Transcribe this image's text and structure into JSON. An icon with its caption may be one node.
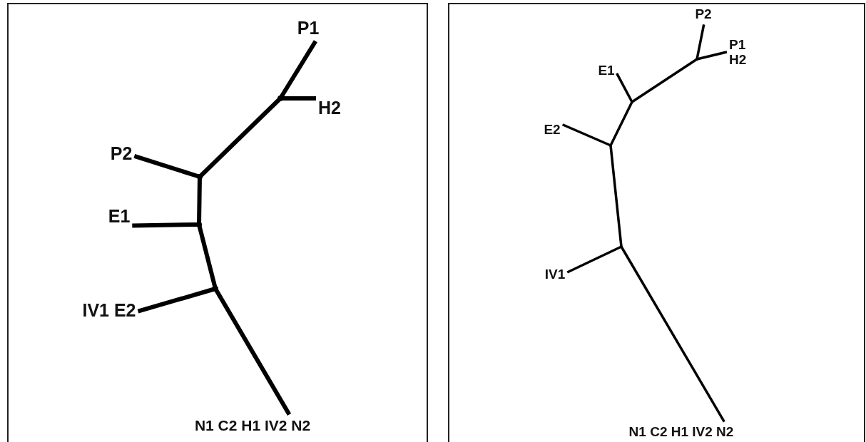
{
  "diagram": {
    "nodes": [
      {
        "text": [],
        "shape": "box"
      },
      {
        "text": [
          "P1"
        ],
        "in": 0
      },
      {
        "text": [
          "H2"
        ],
        "in": 0
      },
      {
        "text": [
          "P2"
        ],
        "in": 0
      },
      {
        "text": [
          "E1"
        ],
        "in": 0
      },
      {
        "text": [
          "IV1 E2"
        ],
        "in": 0
      },
      {
        "text": [
          "N1 C2 H1 IV2 N2"
        ],
        "in": 0
      },
      {
        "text": [],
        "shape": "point",
        "in": 0
      },
      {
        "text": [],
        "shape": "point",
        "in": 0
      },
      {
        "text": [],
        "shape": "point",
        "in": 0
      },
      {
        "text": [],
        "shape": "point",
        "in": 0
      },
      {
        "text": [],
        "shape": "box"
      },
      {
        "text": [
          "P2"
        ],
        "in": 11
      },
      {
        "text": [
          "P1 H2"
        ],
        "in": 11
      },
      {
        "text": [
          "E1"
        ],
        "in": 11
      },
      {
        "text": [
          "E2"
        ],
        "in": 11
      },
      {
        "text": [
          "IV1"
        ],
        "in": 11
      },
      {
        "text": [
          "N1 C2 H1 IV2 N2"
        ],
        "in": 11
      },
      {
        "text": [],
        "shape": "point",
        "in": 11
      },
      {
        "text": [],
        "shape": "point",
        "in": 11
      },
      {
        "text": [],
        "shape": "point",
        "in": 11
      },
      {
        "text": [],
        "shape": "point",
        "in": 11
      }
    ],
    "edges": [
      {
        "from": 1,
        "to": 7,
        "arrow": "none"
      },
      {
        "from": 2,
        "to": 7,
        "arrow": "none"
      },
      {
        "from": 7,
        "to": 8,
        "arrow": "none"
      },
      {
        "from": 3,
        "to": 8,
        "arrow": "none"
      },
      {
        "from": 8,
        "to": 9,
        "arrow": "none"
      },
      {
        "from": 4,
        "to": 9,
        "arrow": "none"
      },
      {
        "from": 9,
        "to": 10,
        "arrow": "none"
      },
      {
        "from": 5,
        "to": 10,
        "arrow": "none"
      },
      {
        "from": 10,
        "to": 6,
        "arrow": "none"
      },
      {
        "from": 12,
        "to": 18,
        "arrow": "none"
      },
      {
        "from": 13,
        "to": 18,
        "arrow": "none"
      },
      {
        "from": 18,
        "to": 19,
        "arrow": "none"
      },
      {
        "from": 14,
        "to": 19,
        "arrow": "none"
      },
      {
        "from": 19,
        "to": 20,
        "arrow": "none"
      },
      {
        "from": 15,
        "to": 20,
        "arrow": "none"
      },
      {
        "from": 20,
        "to": 21,
        "arrow": "none"
      },
      {
        "from": 16,
        "to": 21,
        "arrow": "none"
      },
      {
        "from": 21,
        "to": 17,
        "arrow": "none"
      }
    ]
  }
}
